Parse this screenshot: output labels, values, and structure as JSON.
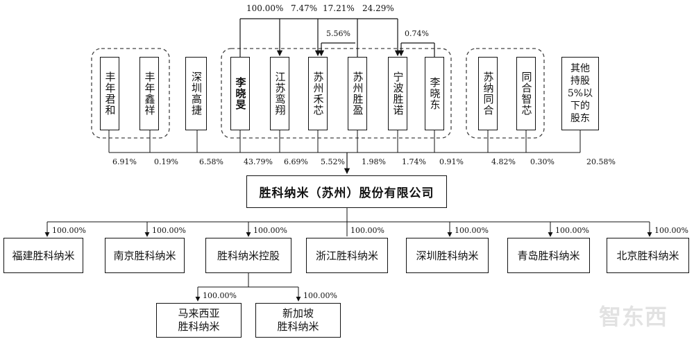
{
  "company": "胜科纳米（苏州）股份有限公司",
  "shareholders": {
    "fengnian_junhe": "丰年君和",
    "fengnian_xinxiang": "丰年鑫祥",
    "shenzhen_gaojie": "深圳高捷",
    "li_xiaomin": "李晓旻",
    "jiangsu_luanxiang": "江苏鸾翔",
    "suzhou_hexin": "苏州禾芯",
    "suzhou_shengying": "苏州胜盈",
    "ningbo_shengnuo": "宁波胜诺",
    "li_xiaodong": "李晓东",
    "suna_tonghe": "苏纳同合",
    "tonghe_zhixin": "同合智芯",
    "others": "其他\n持股\n5%以\n下的\n股东"
  },
  "holdings": {
    "fengnian_junhe": "6.91%",
    "fengnian_xinxiang": "0.19%",
    "shenzhen_gaojie": "6.58%",
    "li_xiaomin": "43.79%",
    "jiangsu_luanxiang": "6.69%",
    "suzhou_hexin": "5.52%",
    "suzhou_shengying": "1.98%",
    "ningbo_shengnuo": "1.74%",
    "li_xiaodong": "0.91%",
    "suna_tonghe": "4.82%",
    "tonghe_zhixin": "0.30%",
    "others": "20.58%"
  },
  "cross_holdings": {
    "to_luanxiang": "100.00%",
    "to_hexin": "7.47%",
    "to_shengying": "17.21%",
    "to_shengnuo": "24.29%",
    "shengying_to_hexin": "5.56%",
    "xiaodong_to_shengnuo": "0.74%"
  },
  "subsidiaries": [
    {
      "name": "福建胜科纳米",
      "pct": "100.00%"
    },
    {
      "name": "南京胜科纳米",
      "pct": "100.00%"
    },
    {
      "name": "胜科纳米控股",
      "pct": "100.00%"
    },
    {
      "name": "浙江胜科纳米",
      "pct": "100.00%"
    },
    {
      "name": "深圳胜科纳米",
      "pct": "100.00%"
    },
    {
      "name": "青岛胜科纳米",
      "pct": "100.00%"
    },
    {
      "name": "北京胜科纳米",
      "pct": "100.00%"
    }
  ],
  "sub_subsidiaries": [
    {
      "name": "马来西亚\n胜科纳米",
      "pct": "100.00%"
    },
    {
      "name": "新加坡\n胜科纳米",
      "pct": "100.00%"
    }
  ],
  "watermark": "智东西",
  "colors": {
    "line": "#111111",
    "dash": "#444444"
  }
}
